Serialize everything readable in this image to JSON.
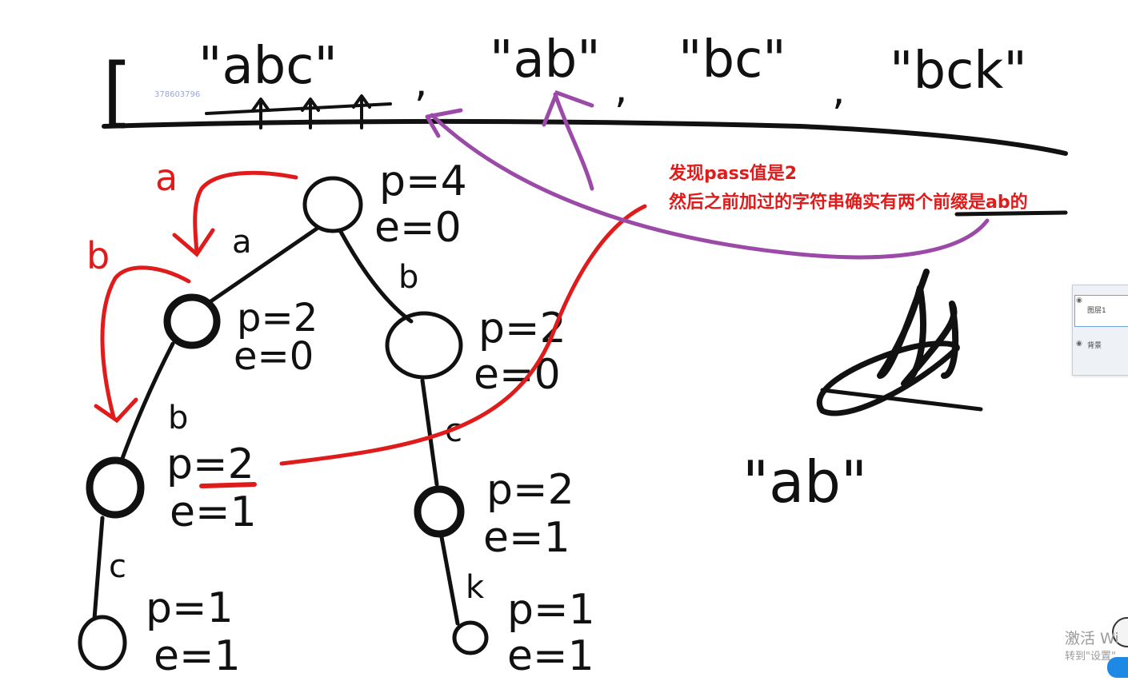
{
  "strings_row": {
    "bracket": "[",
    "items": [
      "\"abc\"",
      "\"ab\"",
      "\"bc\"",
      "\"bck\""
    ],
    "commas": [
      ",",
      ",",
      ","
    ]
  },
  "id_tag": "378603796",
  "nodes": [
    {
      "id": "root",
      "p": "p=4",
      "e": "e=0"
    },
    {
      "id": "a",
      "p": "p=2",
      "e": "e=0"
    },
    {
      "id": "b",
      "p": "p=2",
      "e": "e=0"
    },
    {
      "id": "ab",
      "p": "p=2",
      "e": "e=1"
    },
    {
      "id": "bc",
      "p": "p=2",
      "e": "e=1"
    },
    {
      "id": "abc",
      "p": "p=1",
      "e": "e=1"
    },
    {
      "id": "bck",
      "p": "p=1",
      "e": "e=1"
    }
  ],
  "edges": [
    {
      "label": "a"
    },
    {
      "label": "b"
    },
    {
      "label": "b"
    },
    {
      "label": "c"
    },
    {
      "label": "c"
    },
    {
      "label": "k"
    }
  ],
  "red_marks": {
    "a": "a",
    "b": "b"
  },
  "annotation": {
    "line1": "发现pass值是2",
    "line2": "然后之前加过的字符串确实有两个前缀是ab的"
  },
  "query": "\"ab\"",
  "layers_panel": {
    "layer1": "图层1",
    "layer2": "背景"
  },
  "watermark": {
    "line1": "激活 Wi",
    "line2": "转到\"设置\""
  },
  "colors": {
    "ink": "#111111",
    "red": "#e01b1b",
    "purple": "#9b4aa8"
  }
}
